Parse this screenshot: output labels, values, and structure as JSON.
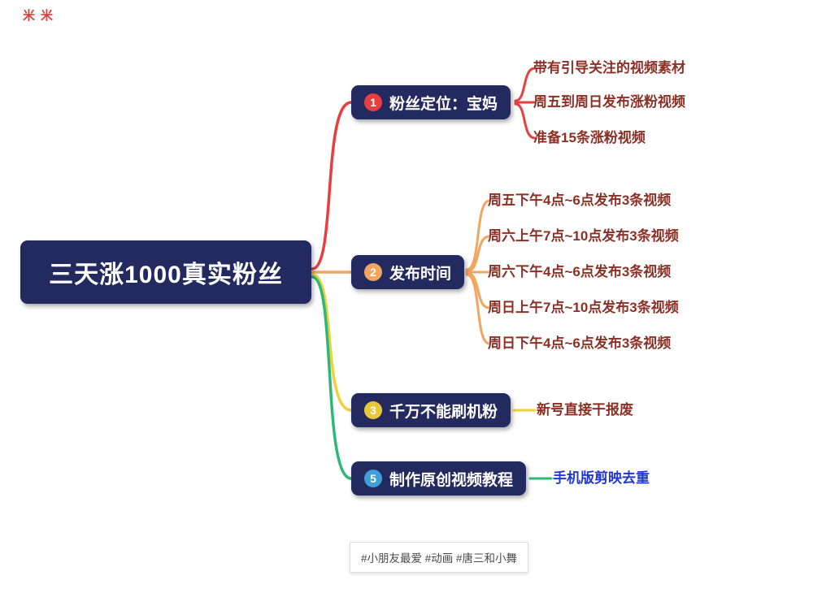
{
  "watermark": {
    "glyph1": "米",
    "glyph2": "米"
  },
  "root": {
    "label": "三天涨1000真实粉丝"
  },
  "colors": {
    "branch1": "#e83e3e",
    "branch2": "#f2a55e",
    "bran3_note": "",
    "branch3": "#f0d03c",
    "branch5": "#2db87a",
    "node_bg": "#232a60",
    "child_text": "#8c3026",
    "highlight_text": "#2138d0"
  },
  "branches": [
    {
      "num": "1",
      "label": "粉丝定位：宝妈",
      "children": [
        {
          "label": "带有引导关注的视频素材"
        },
        {
          "label": "周五到周日发布涨粉视频"
        },
        {
          "label": "准备15条涨粉视频"
        }
      ]
    },
    {
      "num": "2",
      "label": "发布时间",
      "children": [
        {
          "label": "周五下午4点~6点发布3条视频"
        },
        {
          "label": "周六上午7点~10点发布3条视频"
        },
        {
          "label": "周六下午4点~6点发布3条视频"
        },
        {
          "label": "周日上午7点~10点发布3条视频"
        },
        {
          "label": "周日下午4点~6点发布3条视频"
        }
      ]
    },
    {
      "num": "3",
      "label": "千万不能刷机粉",
      "children": [
        {
          "label": "新号直接干报废"
        }
      ]
    },
    {
      "num": "5",
      "label": "制作原创视频教程",
      "children": [
        {
          "label": "手机版剪映去重"
        }
      ]
    }
  ],
  "footer": {
    "tags": "#小朋友最爱 #动画 #唐三和小舞"
  }
}
